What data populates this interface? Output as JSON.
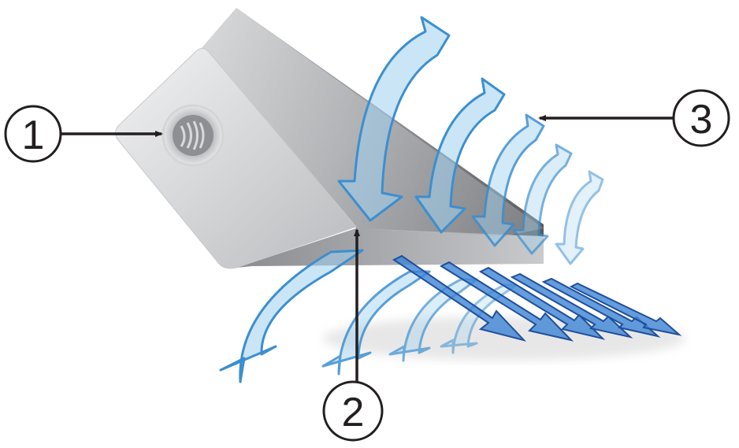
{
  "callouts": [
    {
      "label": "1"
    },
    {
      "label": "2"
    },
    {
      "label": "3"
    }
  ],
  "colors": {
    "air_flow": "#9fd0ef",
    "air_flow_edge": "#3b8fd0",
    "air_flow_out": "#3d84d6",
    "body_light": "#e4e5e7",
    "body_dark": "#7c7e82",
    "callout": "#231f20"
  }
}
